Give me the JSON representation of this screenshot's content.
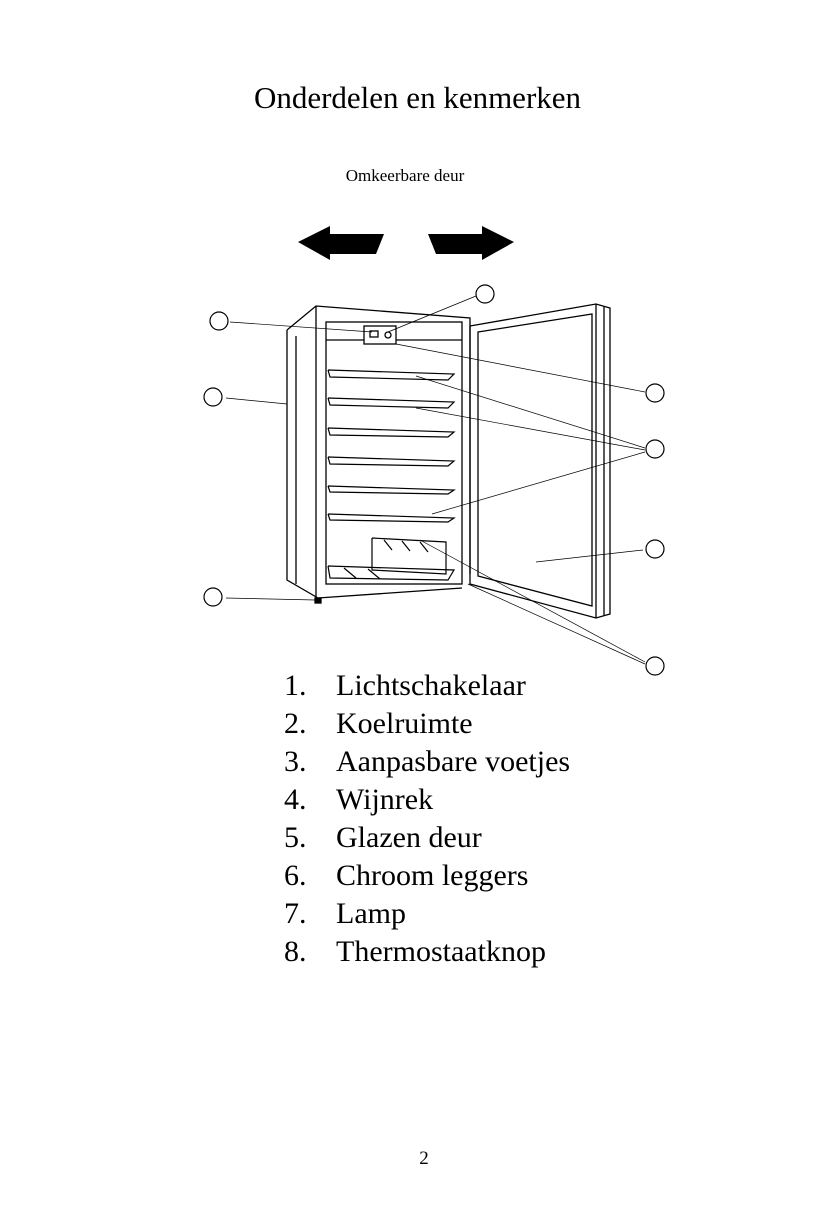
{
  "page": {
    "title": "Onderdelen en kenmerken",
    "subtitle": "Omkeerbare deur",
    "page_number": "2"
  },
  "legend": [
    {
      "num": "1.",
      "label": "Lichtschakelaar"
    },
    {
      "num": "2.",
      "label": "Koelruimte"
    },
    {
      "num": "3.",
      "label": "Aanpasbare voetjes"
    },
    {
      "num": "4.",
      "label": "Wijnrek"
    },
    {
      "num": "5.",
      "label": "Glazen deur"
    },
    {
      "num": "6.",
      "label": "Chroom leggers"
    },
    {
      "num": "7.",
      "label": "Lamp"
    },
    {
      "num": "8.",
      "label": "Thermostaatknop"
    }
  ],
  "colors": {
    "ink": "#000000",
    "paper": "#ffffff"
  }
}
